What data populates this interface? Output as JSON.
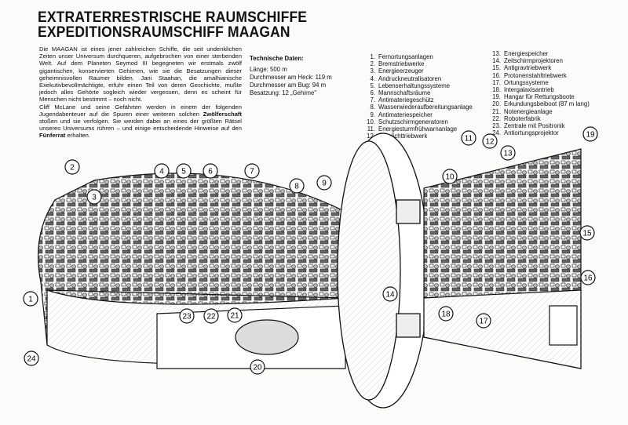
{
  "header": {
    "title1": "EXTRATERRESTRISCHE RAUMSCHIFFE",
    "title2": "EXPEDITIONSRAUMSCHIFF MAAGAN"
  },
  "intro": {
    "p1": "Die MAAGAN ist eines jener zahlreichen Schiffe, die seit undenklichen Zeiten unser Universum durchqueren, aufgebrochen von einer sterbenden Welt. Auf dem Planeten Seymod III begegneten wir erstmals zwölf gigantischen, konservierten Gehirnen, wie sie die Besatzungen dieser geheimnisvollen Raumer bilden. Jani Staahan, die amalhianische Exekutivbevollmächtigte, erfuhr einen Teil von deren Geschichte, mußte jedoch alles Gehörte sogleich wieder vergessen, denn es scheint für Menschen nicht bestimmt – noch nicht.",
    "p2a": "Cliff McLane und seine Gefährten werden in einem der folgenden Jugendabenteuer auf die Spuren einer weiteren solchen ",
    "p2b": "Zwölferschaft",
    "p2c": " stoßen und sie verfolgen. Sie werden dabei an eines der größten Rätsel unseres Universums rühren – und einige entscheidende Hinweise auf den ",
    "p2d": "Fünferrat",
    "p2e": " erhalten."
  },
  "tech": {
    "heading": "Technische Daten:",
    "lines": [
      "Länge: 500 m",
      "Durchmesser am Heck: 119 m",
      "Durchmesser am Bug: 94 m",
      "Besatzung: 12 „Gehirne\""
    ]
  },
  "legend": [
    {
      "n": "1.",
      "label": "Fernortungsanlagen"
    },
    {
      "n": "2.",
      "label": "Bremstriebwerke"
    },
    {
      "n": "3.",
      "label": "Energieerzeuger"
    },
    {
      "n": "4.",
      "label": "Andruckneutralisatoren"
    },
    {
      "n": "5.",
      "label": "Lebenserhaltungssysteme"
    },
    {
      "n": "6.",
      "label": "Mannschaftsräume"
    },
    {
      "n": "7.",
      "label": "Antimateriegeschütz"
    },
    {
      "n": "8.",
      "label": "Wasserwiederaufbereitungsanlage"
    },
    {
      "n": "9.",
      "label": "Antimateriespeicher"
    },
    {
      "n": "10.",
      "label": "Schutzschirmgeneratoren"
    },
    {
      "n": "11.",
      "label": "Energiesturmfrühwarnanlage"
    },
    {
      "n": "12.",
      "label": "Überlichttriebwerk"
    },
    {
      "n": "13.",
      "label": "Energiespeicher"
    },
    {
      "n": "14.",
      "label": "Zeitschirmprojektoren"
    },
    {
      "n": "15.",
      "label": "Antigravtriebwerk"
    },
    {
      "n": "16.",
      "label": "Protonenstahltriebwerk"
    },
    {
      "n": "17.",
      "label": "Ortungssysteme"
    },
    {
      "n": "18.",
      "label": "Intergalaxisantrieb"
    },
    {
      "n": "19.",
      "label": "Hangar für Rettungsboote"
    },
    {
      "n": "20.",
      "label": "Erkundungsbeiboot (87 m lang)"
    },
    {
      "n": "21.",
      "label": "Notenergieanlage"
    },
    {
      "n": "22.",
      "label": "Roboterfabrik"
    },
    {
      "n": "23.",
      "label": "Zentrale mit Positronik"
    },
    {
      "n": "24.",
      "label": "Antiortungsprojektor"
    }
  ],
  "callouts": [
    "1",
    "2",
    "3",
    "4",
    "5",
    "6",
    "7",
    "8",
    "9",
    "10",
    "11",
    "12",
    "13",
    "14",
    "15",
    "16",
    "17",
    "18",
    "19",
    "20",
    "21",
    "22",
    "23",
    "24"
  ]
}
